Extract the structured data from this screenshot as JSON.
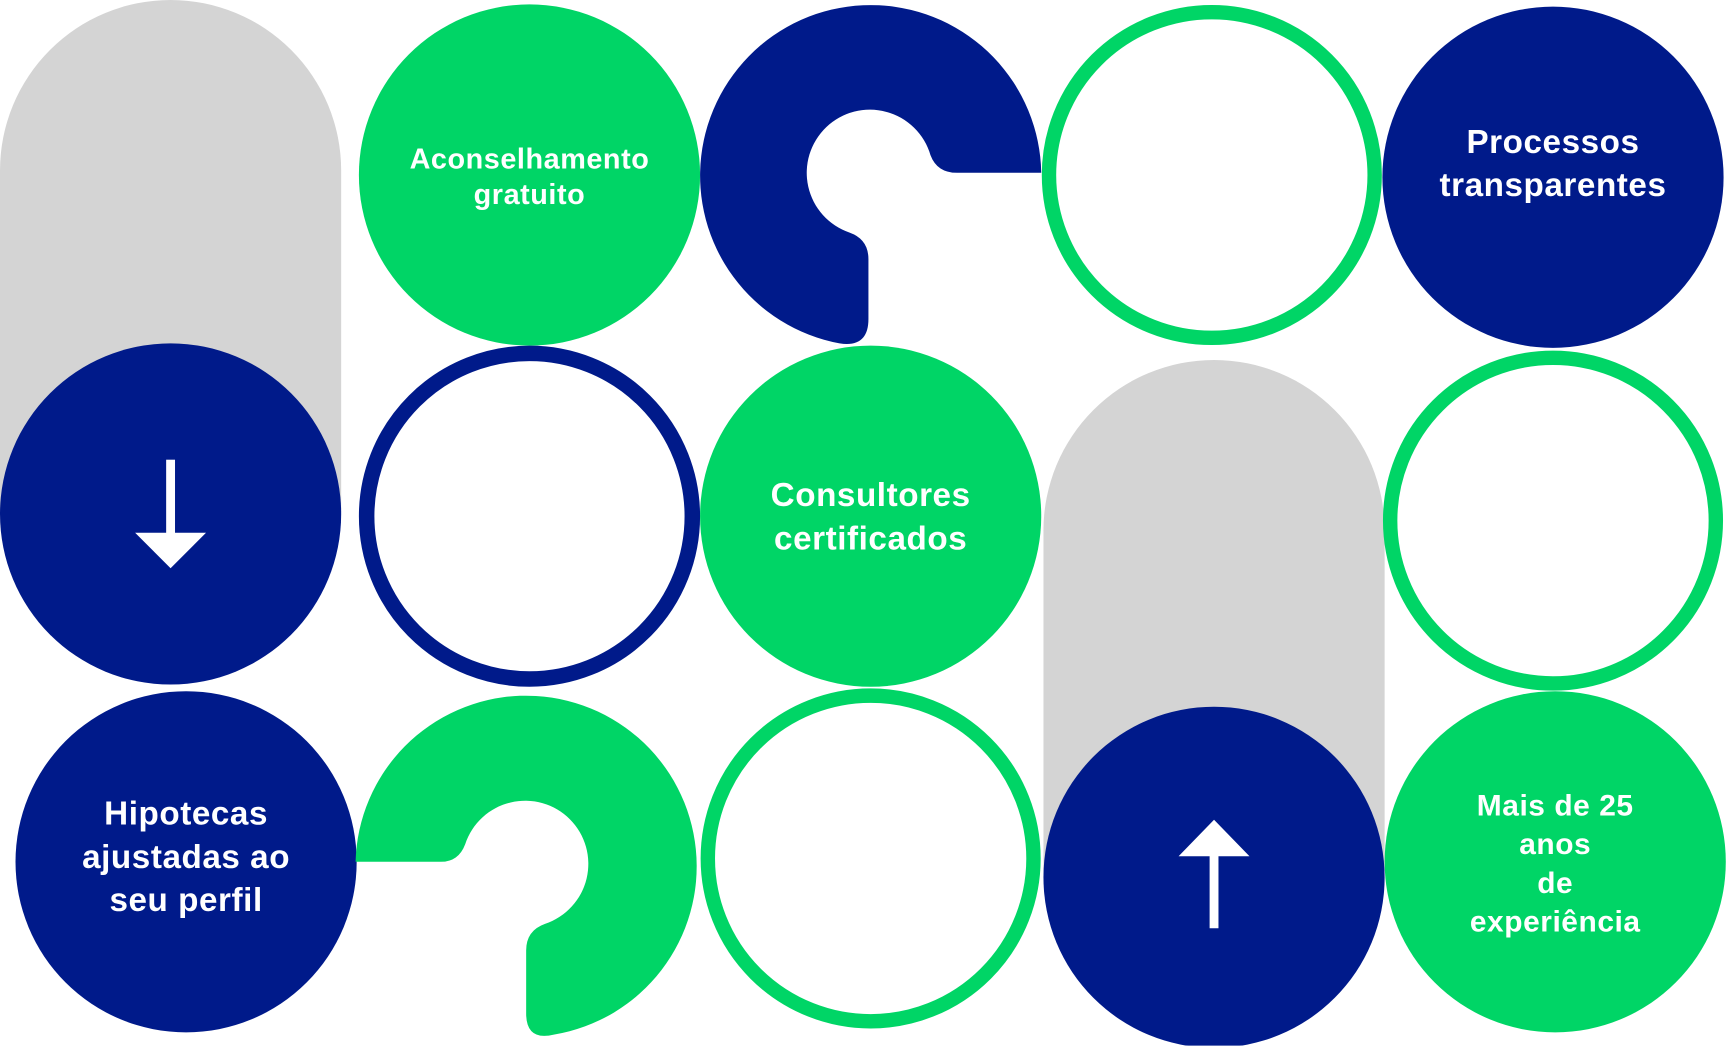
{
  "colors": {
    "navy": "#001a8a",
    "green": "#00d566",
    "gray": "#d4d4d4"
  },
  "tiles": {
    "advice": {
      "line1": "Aconselhamento",
      "line2": "gratuito"
    },
    "transparent": {
      "line1": "Processos",
      "line2": "transparentes"
    },
    "consultants": {
      "line1": "Consultores",
      "line2": "certificados"
    },
    "mortgages": {
      "line1": "Hipotecas",
      "line2": "ajustadas ao",
      "line3": "seu perfil"
    },
    "experience": {
      "line1": "Mais de 25 anos",
      "line2": "de experiência"
    }
  },
  "icons": [
    "arrow-down-icon",
    "arrow-up-icon"
  ]
}
